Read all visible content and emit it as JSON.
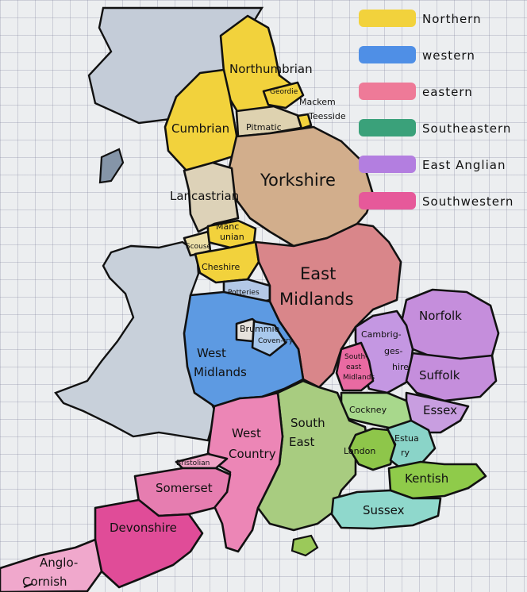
{
  "legend": [
    {
      "label": "Northern",
      "color": "#f2d23c"
    },
    {
      "label": "western",
      "color": "#4f8fe6"
    },
    {
      "label": "eastern",
      "color": "#ee7a98"
    },
    {
      "label": "Southeastern",
      "color": "#3aa17a"
    },
    {
      "label": "East Anglian",
      "color": "#b37ee0"
    },
    {
      "label": "Southwestern",
      "color": "#e6599a"
    }
  ],
  "regions": {
    "northumbrian": "Northumbrian",
    "geordie": "Geordie",
    "mackem": "Mackem",
    "teesside": "Teesside",
    "pitmatic": "Pitmatic",
    "cumbrian": "Cumbrian",
    "yorkshire": "Yorkshire",
    "lancastrian": "Lancastrian",
    "mancunian_a": "Manc",
    "mancunian_b": "unian",
    "scouse": "Scouse",
    "cheshire": "Cheshire",
    "potteries": "Potteries",
    "east_midlands_1": "East",
    "east_midlands_2": "Midlands",
    "norfolk": "Norfolk",
    "cambridgeshire_1": "Cambrig-",
    "cambridgeshire_2": "ges-",
    "cambridgeshire_3": "hire",
    "south_east_midlands_1": "South-",
    "south_east_midlands_2": "east",
    "south_east_midlands_3": "Midlands",
    "suffolk": "Suffolk",
    "brummie": "Brummie",
    "coventry": "Coven-try",
    "west_midlands_1": "West",
    "west_midlands_2": "Midlands",
    "essex": "Essex",
    "cockney": "Cockney",
    "south_east_1": "South",
    "south_east_2": "East",
    "london": "London",
    "estuary_1": "Estua",
    "estuary_2": "ry",
    "west_country_1": "West",
    "west_country_2": "Country",
    "bristolian": "Bristolian",
    "kentish": "Kentish",
    "somerset": "Somerset",
    "sussex": "Sussex",
    "devonshire": "Devonshire",
    "anglo_cornish_1": "Anglo-",
    "anglo_cornish_2": "Cornish"
  }
}
